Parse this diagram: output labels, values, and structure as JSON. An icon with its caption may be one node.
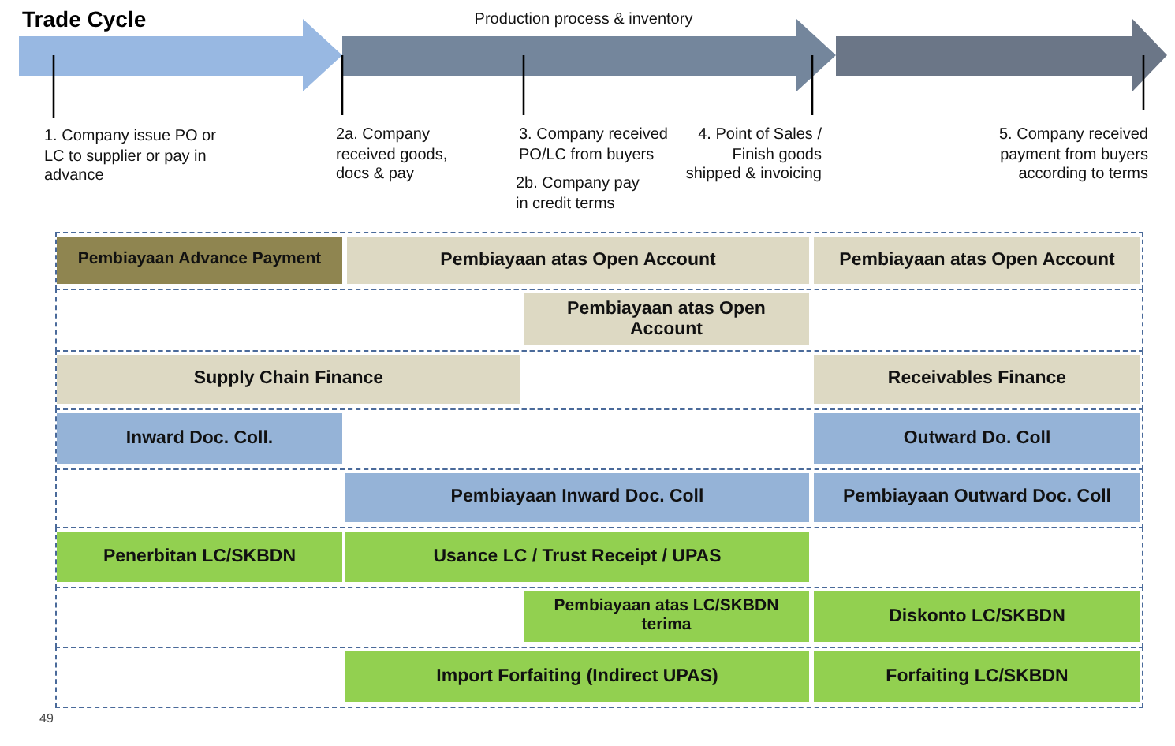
{
  "diagram": {
    "title": "Trade Cycle",
    "nodes": [
      {
        "text": [],
        "shape": "box"
      },
      {
        "text": [
          "Pembiayaan Advance Payment"
        ],
        "in": 0
      },
      {
        "text": [
          "Pembiayaan atas Open Account"
        ],
        "in": 0
      },
      {
        "text": [
          "Pembiayaan atas Open Account"
        ],
        "in": 0
      },
      {
        "text": [],
        "shape": "box"
      },
      {
        "text": [
          "Pembiayaan atas Open Account"
        ],
        "in": 4
      },
      {
        "text": [],
        "shape": "box"
      },
      {
        "text": [
          "Supply Chain Finance"
        ],
        "in": 6
      },
      {
        "text": [
          "Receivables Finance"
        ],
        "in": 6
      },
      {
        "text": [],
        "shape": "box"
      },
      {
        "text": [
          "Inward Doc. Coll."
        ],
        "in": 9
      },
      {
        "text": [
          "Outward Do. Coll"
        ],
        "in": 9
      },
      {
        "text": [],
        "shape": "box"
      },
      {
        "text": [
          "Pembiayaan Inward Doc. Coll"
        ],
        "in": 12
      },
      {
        "text": [
          "Pembiayaan Outward Doc. Coll"
        ],
        "in": 12
      },
      {
        "text": [],
        "shape": "box"
      },
      {
        "text": [
          "Penerbitan LC/SKBDN"
        ],
        "in": 15
      },
      {
        "text": [
          "Usance LC / Trust Receipt / UPAS"
        ],
        "in": 15
      },
      {
        "text": [],
        "shape": "box"
      },
      {
        "text": [
          "Pembiayaan atas LC/SKBDN terima"
        ],
        "in": 18
      },
      {
        "text": [
          "Diskonto LC/SKBDN"
        ],
        "in": 18
      },
      {
        "text": [],
        "shape": "box"
      },
      {
        "text": [
          "Import Forfaiting (Indirect UPAS)"
        ],
        "in": 21
      },
      {
        "text": [
          "Forfaiting LC/SKBDN"
        ],
        "in": 21
      }
    ],
    "labels": [
      "Production process & inventory",
      "1. Company issue PO or LC to supplier or pay in advance",
      "2a. Company received goods, docs & pay",
      "3. Company received PO/LC from buyers",
      "2b. Company pay in credit terms",
      "4. Point of Sales / Finish goods shipped & invoicing",
      "5. Company received payment from buyers according to terms",
      "49"
    ]
  }
}
